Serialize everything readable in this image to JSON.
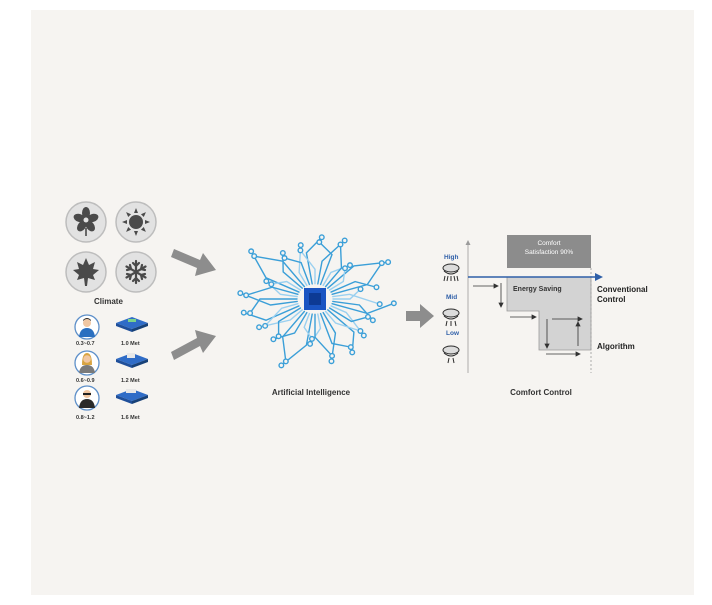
{
  "climate": {
    "label": "Climate",
    "icons": [
      "flower-icon",
      "sun-icon",
      "maple-leaf-icon",
      "snowflake-icon"
    ]
  },
  "occupants": [
    {
      "clo": "0.3~0.7",
      "met": "1.0 Met"
    },
    {
      "clo": "0.6~0.9",
      "met": "1.2 Met"
    },
    {
      "clo": "0.8~1.2",
      "met": "1.6 Met"
    }
  ],
  "ai": {
    "caption": "Artificial Intelligence"
  },
  "comfort_control": {
    "caption": "Comfort Control",
    "levels": {
      "high": "High",
      "mid": "Mid",
      "low": "Low"
    },
    "satisfaction_line1": "Comfort",
    "satisfaction_line2": "Satisfaction 90%",
    "energy_saving": "Energy Saving",
    "conventional_line1": "Conventional",
    "conventional_line2": "Control",
    "algorithm": "Algorithm"
  },
  "colors": {
    "accent": "#2f5fa8",
    "brain": "#3b9fd8",
    "chip": "#1a54c2",
    "arrow": "#8d8d8d"
  }
}
